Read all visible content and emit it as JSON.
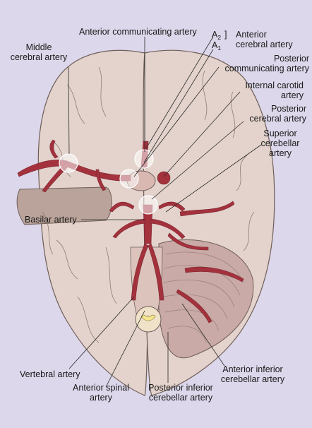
{
  "labels": {
    "middle_cerebral": [
      "Middle",
      "cerebral artery"
    ],
    "anterior_communicating": "Anterior communicating artery",
    "a2": "A",
    "a2_sub": "2",
    "a1": "A",
    "a1_sub": "1",
    "anterior_cerebral": [
      "Anterior",
      "cerebral artery"
    ],
    "posterior_communicating": [
      "Posterior",
      "communicating artery"
    ],
    "internal_carotid": [
      "Internal carotid",
      "artery"
    ],
    "posterior_cerebral": [
      "Posterior",
      "cerebral artery"
    ],
    "superior_cerebellar": [
      "Superior",
      "cerebellar",
      "artery"
    ],
    "basilar": "Basilar artery",
    "vertebral": "Vertebral artery",
    "anterior_spinal": [
      "Anterior spinal",
      "artery"
    ],
    "posterior_inferior_cerebellar": [
      "Posterior inferior",
      "cerebellar artery"
    ],
    "anterior_inferior_cerebellar": [
      "Anterior inferior",
      "cerebellar artery"
    ]
  },
  "colors": {
    "background": "#dcd7ea",
    "brain": "#e3d3cc",
    "brain_outline": "#6f5e58",
    "sulci": "#8e7d77",
    "artery": "#a3323d",
    "artery_dark": "#7c2330",
    "cerebellum": "#c9aaa6",
    "temporal_cut": "#b9a39a",
    "circle_highlight": "#ffffff",
    "leader_line": "#2a2a2a"
  }
}
